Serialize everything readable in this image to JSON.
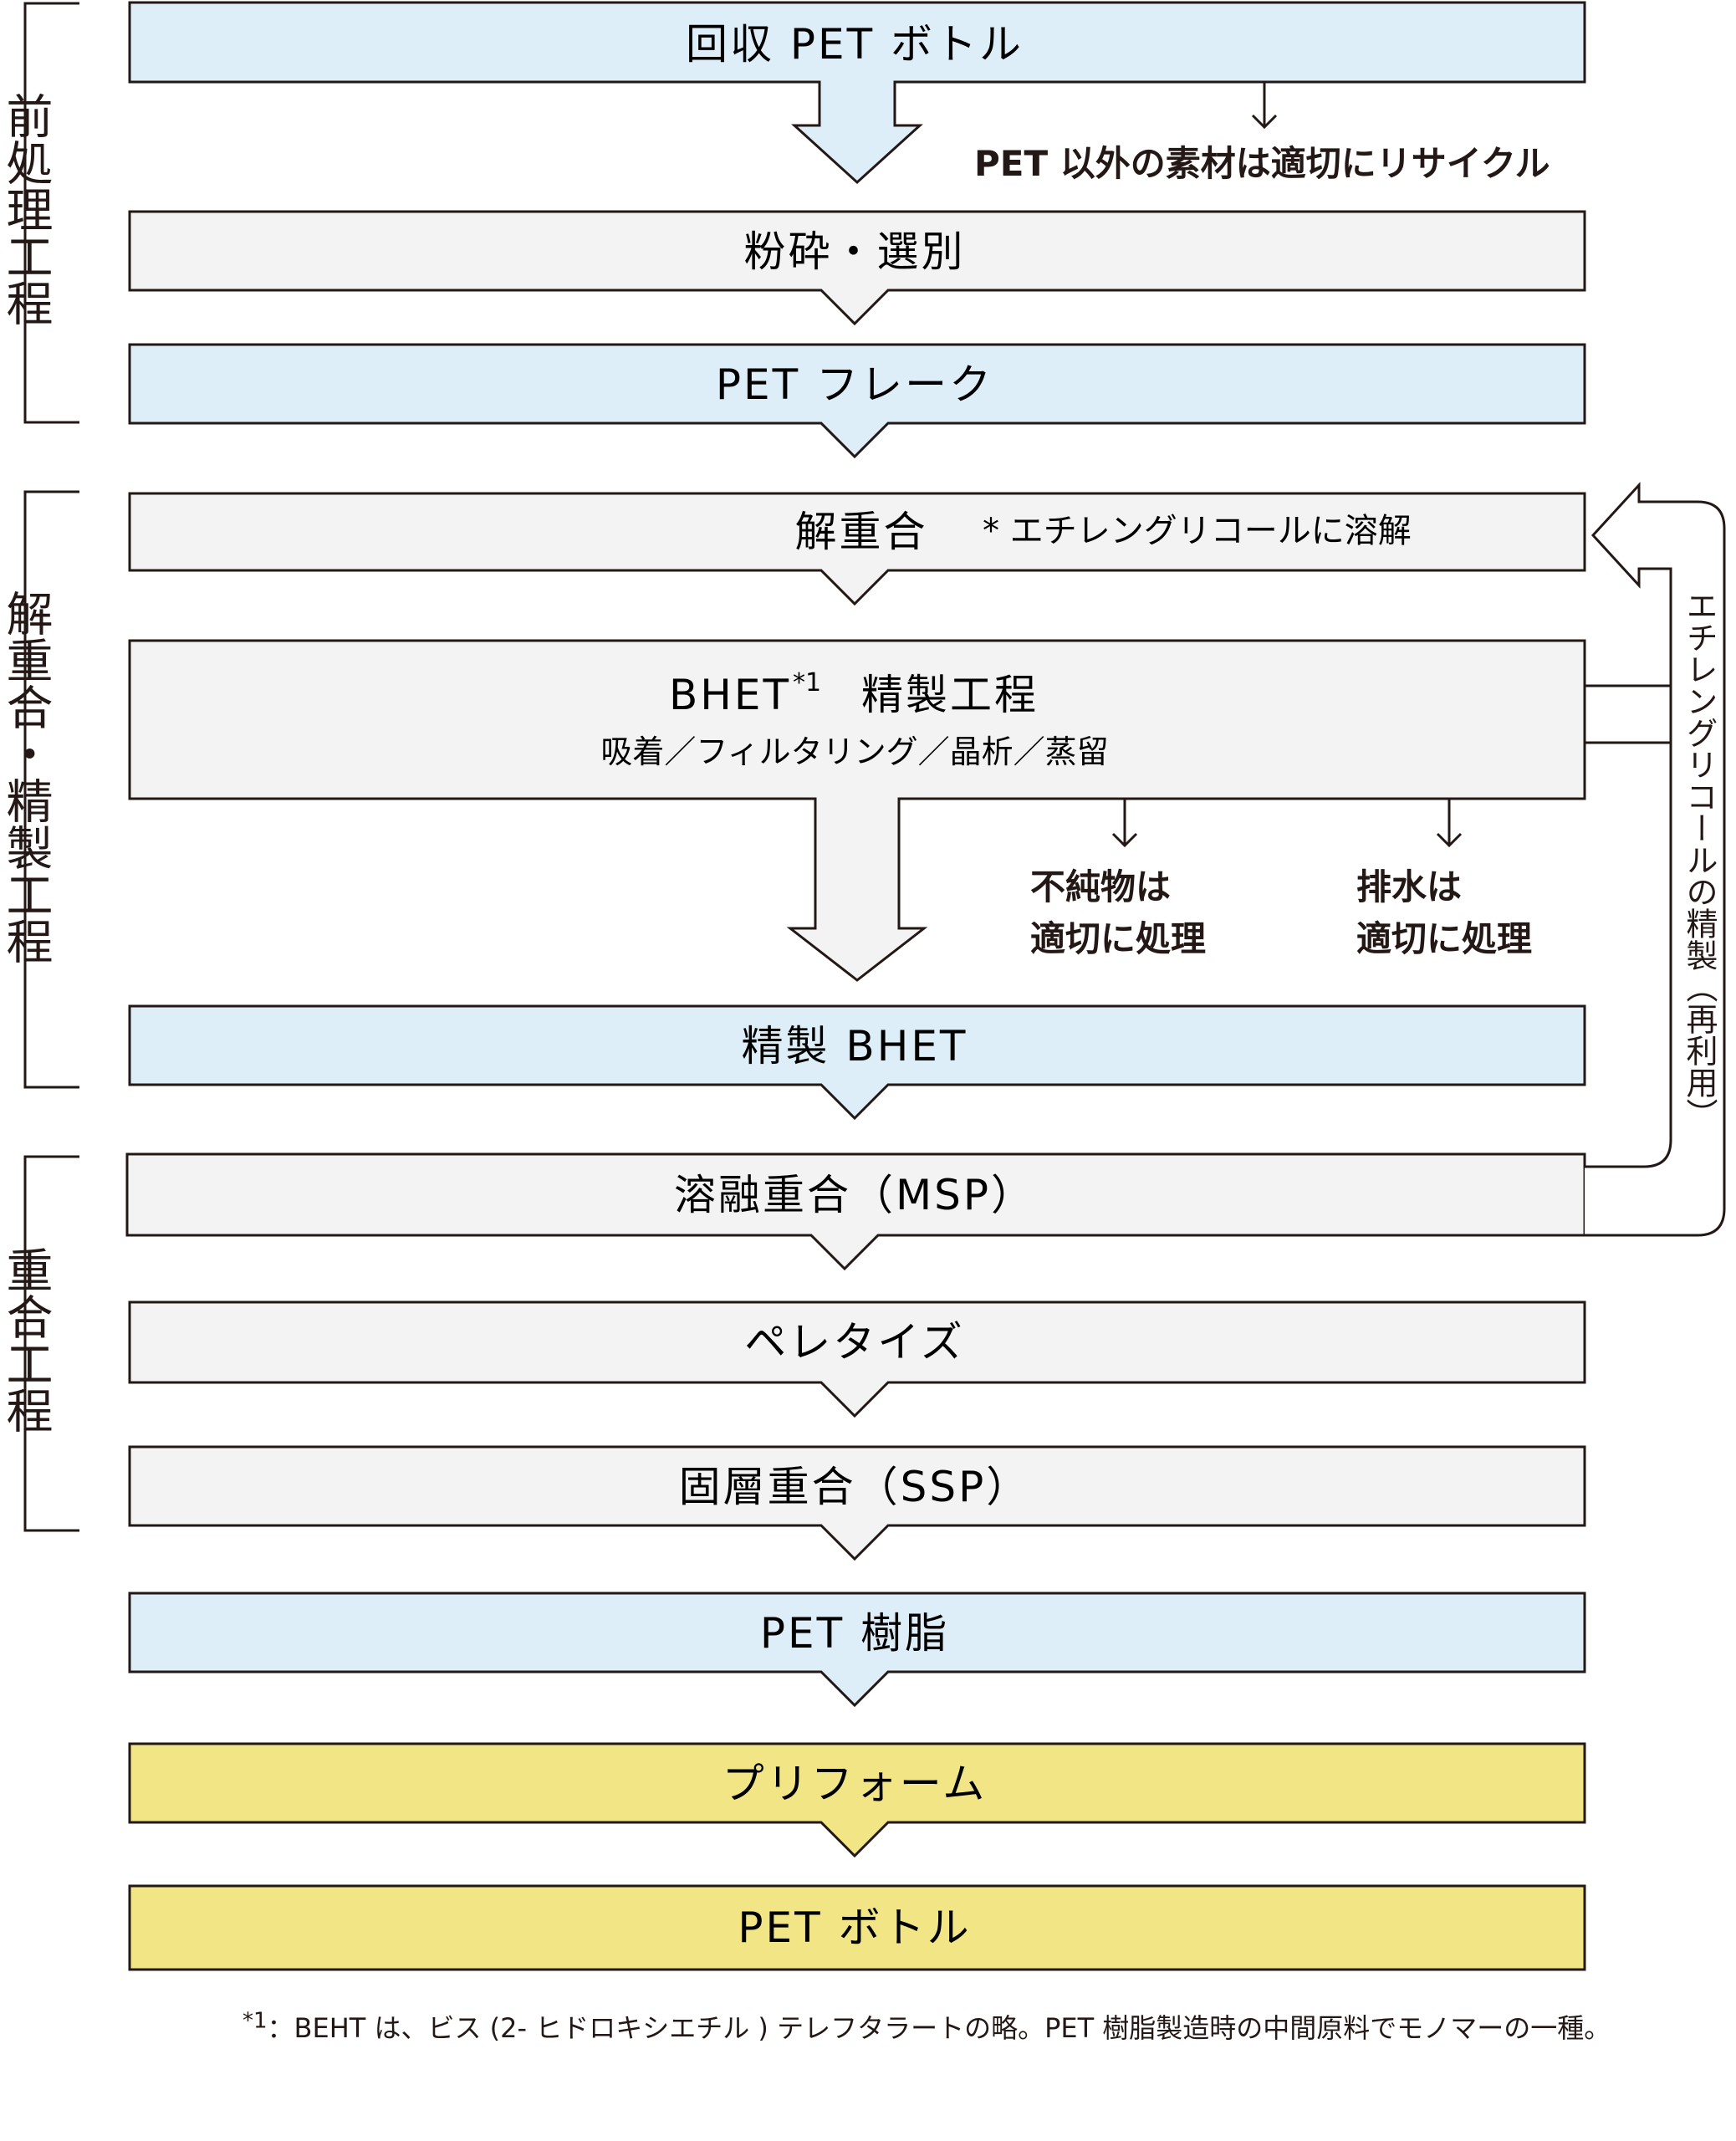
{
  "stages": {
    "pretreatment": "前処理工程",
    "depolymerization": "解重合・精製工程",
    "polymerization": "重合工程"
  },
  "boxes": {
    "recovered_pet": "回収 PET ボトル",
    "crushing": "粉砕・選別",
    "flake": "PET フレーク",
    "depolymerization": "解重合",
    "depolymerization_note": "* エチレングリコールに溶解",
    "bhet_refining": "BHET",
    "bhet_refining_sup": "*1",
    "bhet_refining_suffix": "精製工程",
    "bhet_refining_sub": "吸着／フィルタリング／晶析／蒸留",
    "refined_bhet": "精製 BHET",
    "msp": "溶融重合（MSP）",
    "pelletize": "ペレタイズ",
    "ssp": "固層重合（SSP）",
    "pet_resin": "PET 樹脂",
    "preform": "プリフォーム",
    "pet_bottle": "PET ボトル"
  },
  "notes": {
    "recycle_other": "PET 以外の素材は適切にリサイクル",
    "impurities_line1": "不純物は",
    "impurities_line2": "適切に処理",
    "wastewater_line1": "排水は",
    "wastewater_line2": "適切に処理",
    "loop": "エチレングリコールの精製（再利用）"
  },
  "footnote": {
    "marker": "*1",
    "text": "：BEHT は、ビス (2- ヒドロキシエチル ) テレフタラートの略。PET 樹脂製造時の中間原料でモノマーの一種。"
  },
  "colors": {
    "blue": "#ddeef9",
    "gray": "#f4f3f4",
    "yellow": "#f1e585",
    "stroke": "#231815"
  }
}
